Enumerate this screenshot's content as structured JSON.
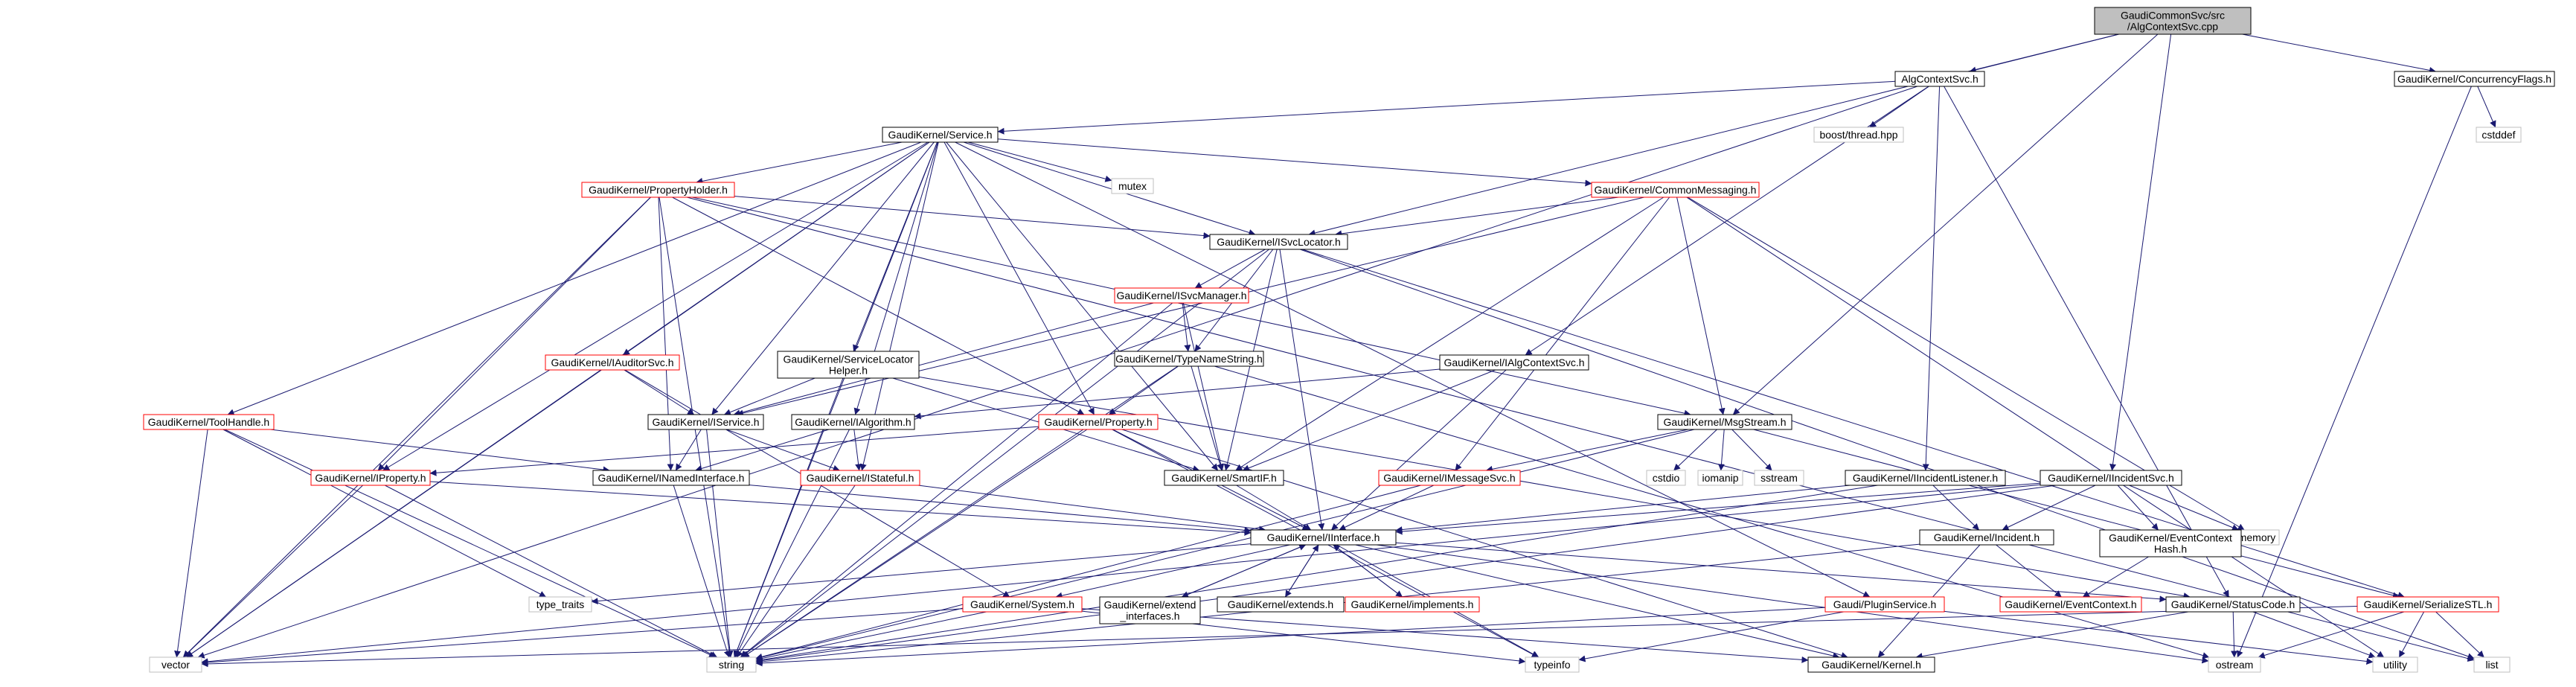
{
  "colors": {
    "edge": "#191970",
    "edge_highlight": "#000000",
    "root_fill": "#bfbfbf",
    "root_border": "#000000",
    "node_border": "#000000",
    "node_text": "#000000",
    "truncated_border": "#ff0000",
    "external_border": "#bfbfbf",
    "external_text": "#000000"
  },
  "nodes": [
    {
      "id": "root",
      "kind": "root",
      "lines": [
        "GaudiCommonSvc/src",
        "/AlgContextSvc.cpp"
      ]
    },
    {
      "id": "algcontextsvc_h",
      "kind": "normal",
      "lines": [
        "AlgContextSvc.h"
      ]
    },
    {
      "id": "concurrencyflags_h",
      "kind": "normal",
      "lines": [
        "GaudiKernel/ConcurrencyFlags.h"
      ]
    },
    {
      "id": "cstddef",
      "kind": "external",
      "lines": [
        "cstddef"
      ]
    },
    {
      "id": "boost_thread",
      "kind": "external",
      "lines": [
        "boost/thread.hpp"
      ]
    },
    {
      "id": "service_h",
      "kind": "normal",
      "lines": [
        "GaudiKernel/Service.h"
      ]
    },
    {
      "id": "mutex",
      "kind": "external",
      "lines": [
        "mutex"
      ]
    },
    {
      "id": "propertyholder_h",
      "kind": "truncated",
      "lines": [
        "GaudiKernel/PropertyHolder.h"
      ]
    },
    {
      "id": "commonmessaging_h",
      "kind": "truncated",
      "lines": [
        "GaudiKernel/CommonMessaging.h"
      ]
    },
    {
      "id": "isvclocator_h",
      "kind": "normal",
      "lines": [
        "GaudiKernel/ISvcLocator.h"
      ]
    },
    {
      "id": "isvcmanager_h",
      "kind": "truncated",
      "lines": [
        "GaudiKernel/ISvcManager.h"
      ]
    },
    {
      "id": "typenamestring_h",
      "kind": "normal",
      "lines": [
        "GaudiKernel/TypeNameString.h"
      ]
    },
    {
      "id": "servicelocatorhelper_h",
      "kind": "normal",
      "lines": [
        "GaudiKernel/ServiceLocator",
        "Helper.h"
      ]
    },
    {
      "id": "iauditorsvc_h",
      "kind": "truncated",
      "lines": [
        "GaudiKernel/IAuditorSvc.h"
      ]
    },
    {
      "id": "ialgcontextsvc_h",
      "kind": "normal",
      "lines": [
        "GaudiKernel/IAlgContextSvc.h"
      ]
    },
    {
      "id": "toolhandle_h",
      "kind": "truncated",
      "lines": [
        "GaudiKernel/ToolHandle.h"
      ]
    },
    {
      "id": "iservice_h",
      "kind": "normal",
      "lines": [
        "GaudiKernel/IService.h"
      ]
    },
    {
      "id": "ialgorithm_h",
      "kind": "normal",
      "lines": [
        "GaudiKernel/IAlgorithm.h"
      ]
    },
    {
      "id": "property_h",
      "kind": "truncated",
      "lines": [
        "GaudiKernel/Property.h"
      ]
    },
    {
      "id": "msgstream_h",
      "kind": "normal",
      "lines": [
        "GaudiKernel/MsgStream.h"
      ]
    },
    {
      "id": "iproperty_h",
      "kind": "truncated",
      "lines": [
        "GaudiKernel/IProperty.h"
      ]
    },
    {
      "id": "inamedinterface_h",
      "kind": "normal",
      "lines": [
        "GaudiKernel/INamedInterface.h"
      ]
    },
    {
      "id": "istateful_h",
      "kind": "truncated",
      "lines": [
        "GaudiKernel/IStateful.h"
      ]
    },
    {
      "id": "smartif_h",
      "kind": "normal",
      "lines": [
        "GaudiKernel/SmartIF.h"
      ]
    },
    {
      "id": "imessagesvc_h",
      "kind": "truncated",
      "lines": [
        "GaudiKernel/IMessageSvc.h"
      ]
    },
    {
      "id": "cstdio",
      "kind": "external",
      "lines": [
        "cstdio"
      ]
    },
    {
      "id": "iomanip",
      "kind": "external",
      "lines": [
        "iomanip"
      ]
    },
    {
      "id": "sstream",
      "kind": "external",
      "lines": [
        "sstream"
      ]
    },
    {
      "id": "iincidentlistener_h",
      "kind": "normal",
      "lines": [
        "GaudiKernel/IIncidentListener.h"
      ]
    },
    {
      "id": "iincidentsvc_h",
      "kind": "normal",
      "lines": [
        "GaudiKernel/IIncidentSvc.h"
      ]
    },
    {
      "id": "memory",
      "kind": "external",
      "lines": [
        "memory"
      ]
    },
    {
      "id": "iinterface_h",
      "kind": "normal",
      "lines": [
        "GaudiKernel/IInterface.h"
      ]
    },
    {
      "id": "incident_h",
      "kind": "normal",
      "lines": [
        "GaudiKernel/Incident.h"
      ]
    },
    {
      "id": "eventcontexthash_h",
      "kind": "normal",
      "lines": [
        "GaudiKernel/EventContext",
        "Hash.h"
      ]
    },
    {
      "id": "type_traits",
      "kind": "external",
      "lines": [
        "type_traits"
      ]
    },
    {
      "id": "system_h",
      "kind": "truncated",
      "lines": [
        "GaudiKernel/System.h"
      ]
    },
    {
      "id": "extend_interfaces_h",
      "kind": "normal",
      "lines": [
        "GaudiKernel/extend",
        "_interfaces.h"
      ]
    },
    {
      "id": "extends_h",
      "kind": "normal",
      "lines": [
        "GaudiKernel/extends.h"
      ]
    },
    {
      "id": "implements_h",
      "kind": "truncated",
      "lines": [
        "GaudiKernel/implements.h"
      ]
    },
    {
      "id": "pluginservice_h",
      "kind": "truncated",
      "lines": [
        "Gaudi/PluginService.h"
      ]
    },
    {
      "id": "eventcontext_h",
      "kind": "truncated",
      "lines": [
        "GaudiKernel/EventContext.h"
      ]
    },
    {
      "id": "statuscode_h",
      "kind": "normal",
      "lines": [
        "GaudiKernel/StatusCode.h"
      ]
    },
    {
      "id": "serializestl_h",
      "kind": "truncated",
      "lines": [
        "GaudiKernel/SerializeSTL.h"
      ]
    },
    {
      "id": "vector",
      "kind": "external",
      "lines": [
        "vector"
      ]
    },
    {
      "id": "string",
      "kind": "external",
      "lines": [
        "string"
      ]
    },
    {
      "id": "typeinfo",
      "kind": "external",
      "lines": [
        "typeinfo"
      ]
    },
    {
      "id": "kernel_h",
      "kind": "normal",
      "lines": [
        "GaudiKernel/Kernel.h"
      ]
    },
    {
      "id": "ostream",
      "kind": "external",
      "lines": [
        "ostream"
      ]
    },
    {
      "id": "utility",
      "kind": "external",
      "lines": [
        "utility"
      ]
    },
    {
      "id": "list",
      "kind": "external",
      "lines": [
        "list"
      ]
    }
  ],
  "edges": [
    [
      "root",
      "algcontextsvc_h"
    ],
    [
      "root",
      "concurrencyflags_h"
    ],
    [
      "root",
      "isvclocator_h"
    ],
    [
      "root",
      "msgstream_h"
    ],
    [
      "root",
      "iincidentsvc_h"
    ],
    [
      "concurrencyflags_h",
      "cstddef"
    ],
    [
      "concurrencyflags_h",
      "ostream"
    ],
    [
      "algcontextsvc_h",
      "boost_thread"
    ],
    [
      "algcontextsvc_h",
      "service_h"
    ],
    [
      "algcontextsvc_h",
      "vector"
    ],
    [
      "algcontextsvc_h",
      "ialgcontextsvc_h"
    ],
    [
      "algcontextsvc_h",
      "iincidentlistener_h"
    ],
    [
      "algcontextsvc_h",
      "statuscode_h"
    ],
    [
      "service_h",
      "mutex"
    ],
    [
      "service_h",
      "propertyholder_h"
    ],
    [
      "service_h",
      "commonmessaging_h"
    ],
    [
      "service_h",
      "isvclocator_h"
    ],
    [
      "service_h",
      "servicelocatorhelper_h"
    ],
    [
      "service_h",
      "iauditorsvc_h"
    ],
    [
      "service_h",
      "toolhandle_h"
    ],
    [
      "service_h",
      "iservice_h"
    ],
    [
      "service_h",
      "property_h"
    ],
    [
      "service_h",
      "iproperty_h"
    ],
    [
      "service_h",
      "istateful_h"
    ],
    [
      "service_h",
      "smartif_h"
    ],
    [
      "service_h",
      "pluginservice_h"
    ],
    [
      "service_h",
      "vector"
    ],
    [
      "service_h",
      "string"
    ],
    [
      "service_h",
      "ialgorithm_h"
    ],
    [
      "propertyholder_h",
      "isvclocator_h"
    ],
    [
      "propertyholder_h",
      "property_h"
    ],
    [
      "propertyholder_h",
      "iproperty_h"
    ],
    [
      "propertyholder_h",
      "inamedinterface_h"
    ],
    [
      "propertyholder_h",
      "msgstream_h"
    ],
    [
      "propertyholder_h",
      "vector"
    ],
    [
      "propertyholder_h",
      "string"
    ],
    [
      "propertyholder_h",
      "list"
    ],
    [
      "commonmessaging_h",
      "isvclocator_h"
    ],
    [
      "commonmessaging_h",
      "msgstream_h"
    ],
    [
      "commonmessaging_h",
      "imessagesvc_h"
    ],
    [
      "commonmessaging_h",
      "smartif_h"
    ],
    [
      "commonmessaging_h",
      "memory"
    ],
    [
      "commonmessaging_h",
      "utility"
    ],
    [
      "commonmessaging_h",
      "iservice_h"
    ],
    [
      "isvclocator_h",
      "isvcmanager_h"
    ],
    [
      "isvclocator_h",
      "typenamestring_h"
    ],
    [
      "isvclocator_h",
      "smartif_h"
    ],
    [
      "isvclocator_h",
      "iinterface_h"
    ],
    [
      "isvclocator_h",
      "string"
    ],
    [
      "isvclocator_h",
      "list"
    ],
    [
      "isvclocator_h",
      "serializestl_h"
    ],
    [
      "isvcmanager_h",
      "typenamestring_h"
    ],
    [
      "isvcmanager_h",
      "smartif_h"
    ],
    [
      "isvcmanager_h",
      "iservice_h"
    ],
    [
      "isvcmanager_h",
      "string"
    ],
    [
      "typenamestring_h",
      "property_h"
    ],
    [
      "typenamestring_h",
      "smartif_h"
    ],
    [
      "typenamestring_h",
      "ostream"
    ],
    [
      "typenamestring_h",
      "string"
    ],
    [
      "servicelocatorhelper_h",
      "iservice_h"
    ],
    [
      "servicelocatorhelper_h",
      "smartif_h"
    ],
    [
      "servicelocatorhelper_h",
      "string"
    ],
    [
      "servicelocatorhelper_h",
      "statuscode_h"
    ],
    [
      "iauditorsvc_h",
      "iservice_h"
    ],
    [
      "iauditorsvc_h",
      "system_h"
    ],
    [
      "iauditorsvc_h",
      "vector"
    ],
    [
      "ialgcontextsvc_h",
      "ialgorithm_h"
    ],
    [
      "ialgcontextsvc_h",
      "iinterface_h"
    ],
    [
      "ialgcontextsvc_h",
      "smartif_h"
    ],
    [
      "toolhandle_h",
      "inamedinterface_h"
    ],
    [
      "toolhandle_h",
      "type_traits"
    ],
    [
      "toolhandle_h",
      "vector"
    ],
    [
      "toolhandle_h",
      "string"
    ],
    [
      "iservice_h",
      "inamedinterface_h"
    ],
    [
      "iservice_h",
      "istateful_h"
    ],
    [
      "iservice_h",
      "string"
    ],
    [
      "ialgorithm_h",
      "inamedinterface_h"
    ],
    [
      "ialgorithm_h",
      "istateful_h"
    ],
    [
      "ialgorithm_h",
      "string"
    ],
    [
      "property_h",
      "iproperty_h"
    ],
    [
      "property_h",
      "iinterface_h"
    ],
    [
      "property_h",
      "string"
    ],
    [
      "property_h",
      "kernel_h"
    ],
    [
      "property_h",
      "typeinfo"
    ],
    [
      "msgstream_h",
      "imessagesvc_h"
    ],
    [
      "msgstream_h",
      "cstdio"
    ],
    [
      "msgstream_h",
      "iomanip"
    ],
    [
      "msgstream_h",
      "sstream"
    ],
    [
      "msgstream_h",
      "string"
    ],
    [
      "msgstream_h",
      "serializestl_h"
    ],
    [
      "iproperty_h",
      "iinterface_h"
    ],
    [
      "iproperty_h",
      "vector"
    ],
    [
      "iproperty_h",
      "string"
    ],
    [
      "inamedinterface_h",
      "iinterface_h"
    ],
    [
      "inamedinterface_h",
      "string"
    ],
    [
      "istateful_h",
      "iinterface_h"
    ],
    [
      "istateful_h",
      "string"
    ],
    [
      "smartif_h",
      "iinterface_h"
    ],
    [
      "imessagesvc_h",
      "iinterface_h"
    ],
    [
      "imessagesvc_h",
      "string"
    ],
    [
      "iincidentlistener_h",
      "iinterface_h"
    ],
    [
      "iincidentlistener_h",
      "incident_h"
    ],
    [
      "iincidentlistener_h",
      "string"
    ],
    [
      "iincidentsvc_h",
      "iinterface_h"
    ],
    [
      "iincidentsvc_h",
      "incident_h"
    ],
    [
      "iincidentsvc_h",
      "eventcontexthash_h"
    ],
    [
      "iincidentsvc_h",
      "memory"
    ],
    [
      "iincidentsvc_h",
      "string"
    ],
    [
      "iincidentsvc_h",
      "vector"
    ],
    [
      "incident_h",
      "eventcontext_h"
    ],
    [
      "incident_h",
      "kernel_h"
    ],
    [
      "incident_h",
      "string"
    ],
    [
      "eventcontexthash_h",
      "eventcontext_h"
    ],
    [
      "iinterface_h",
      "system_h"
    ],
    [
      "iinterface_h",
      "extend_interfaces_h"
    ],
    [
      "iinterface_h",
      "extends_h"
    ],
    [
      "iinterface_h",
      "implements_h"
    ],
    [
      "iinterface_h",
      "type_traits"
    ],
    [
      "iinterface_h",
      "typeinfo"
    ],
    [
      "iinterface_h",
      "kernel_h"
    ],
    [
      "iinterface_h",
      "statuscode_h"
    ],
    [
      "iinterface_h",
      "ostream"
    ],
    [
      "system_h",
      "kernel_h"
    ],
    [
      "system_h",
      "string"
    ],
    [
      "system_h",
      "vector"
    ],
    [
      "system_h",
      "typeinfo"
    ],
    [
      "extend_interfaces_h",
      "iinterface_h"
    ],
    [
      "extends_h",
      "iinterface_h"
    ],
    [
      "implements_h",
      "iinterface_h"
    ],
    [
      "pluginservice_h",
      "string"
    ],
    [
      "pluginservice_h",
      "typeinfo"
    ],
    [
      "pluginservice_h",
      "utility"
    ],
    [
      "statuscode_h",
      "ostream"
    ],
    [
      "statuscode_h",
      "kernel_h"
    ],
    [
      "statuscode_h",
      "utility"
    ],
    [
      "serializestl_h",
      "ostream"
    ],
    [
      "serializestl_h",
      "utility"
    ],
    [
      "serializestl_h",
      "list"
    ],
    [
      "serializestl_h",
      "vector"
    ]
  ]
}
